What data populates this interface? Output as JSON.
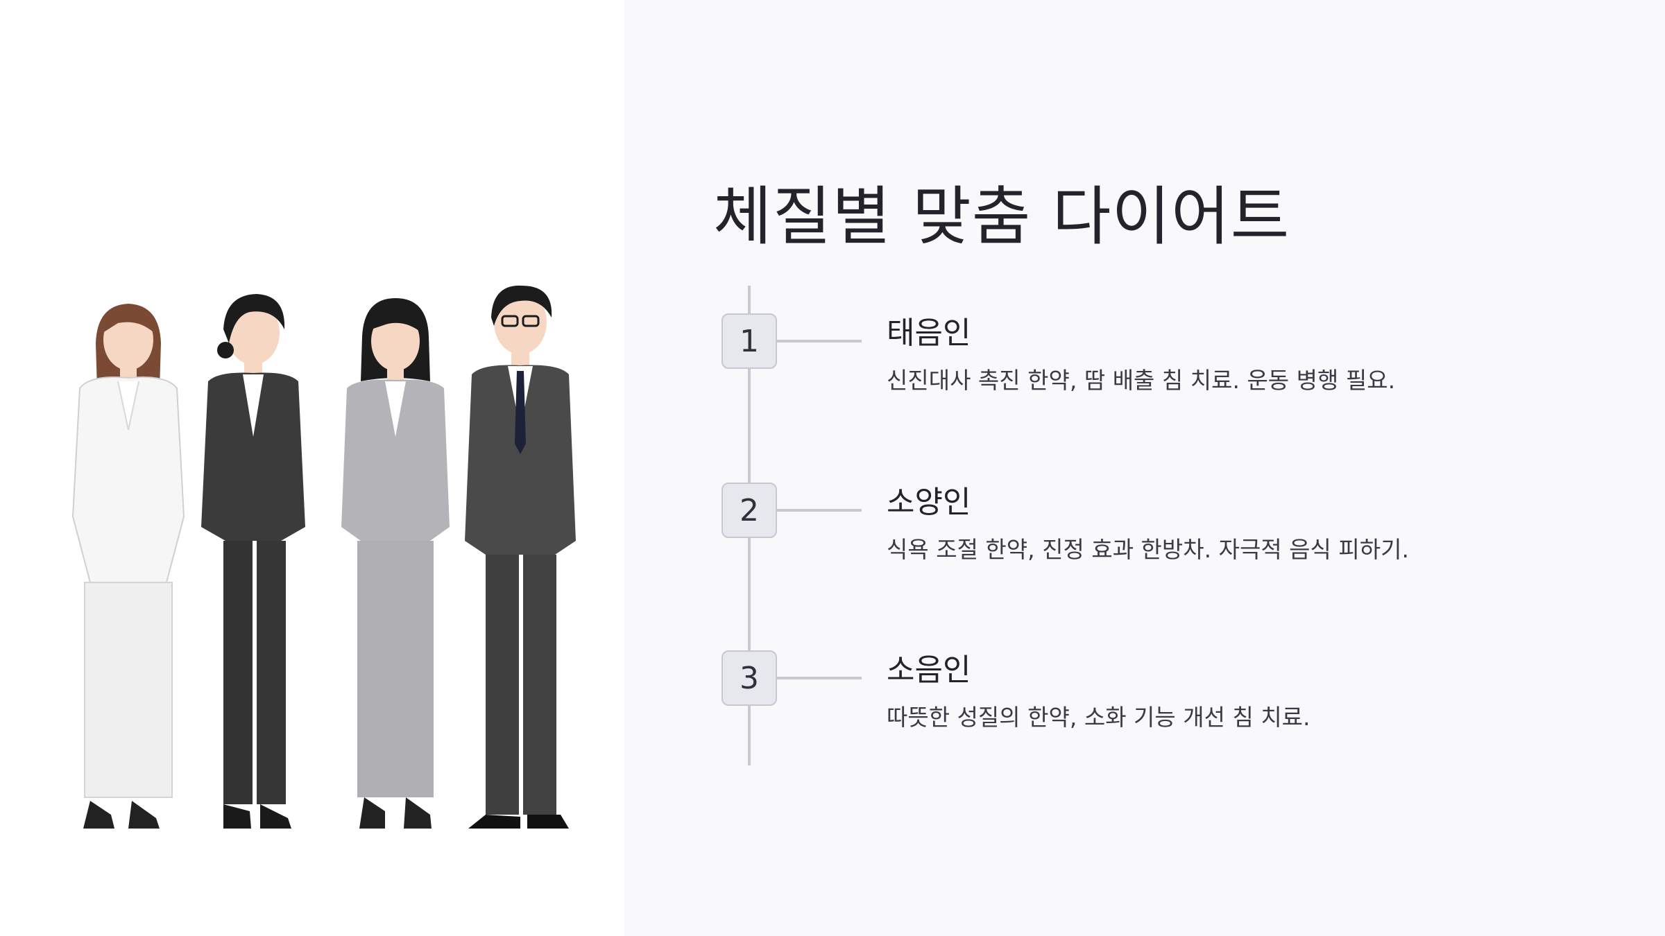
{
  "title": "체질별 맞춤 다이어트",
  "steps": [
    {
      "number": "1",
      "title": "태음인",
      "description": "신진대사 촉진 한약, 땀 배출 침 치료. 운동 병행 필요."
    },
    {
      "number": "2",
      "title": "소양인",
      "description": "식욕 조절 한약, 진정 효과 한방차. 자극적 음식 피하기."
    },
    {
      "number": "3",
      "title": "소음인",
      "description": "따뜻한 성질의 한약, 소화 기능 개선 침 치료."
    }
  ],
  "colors": {
    "background": "#f9f9fb",
    "left_panel": "#ffffff",
    "badge_fill": "#e7e7ee",
    "line": "#c9c9d2"
  },
  "illustration": "four-people-in-business-suits"
}
